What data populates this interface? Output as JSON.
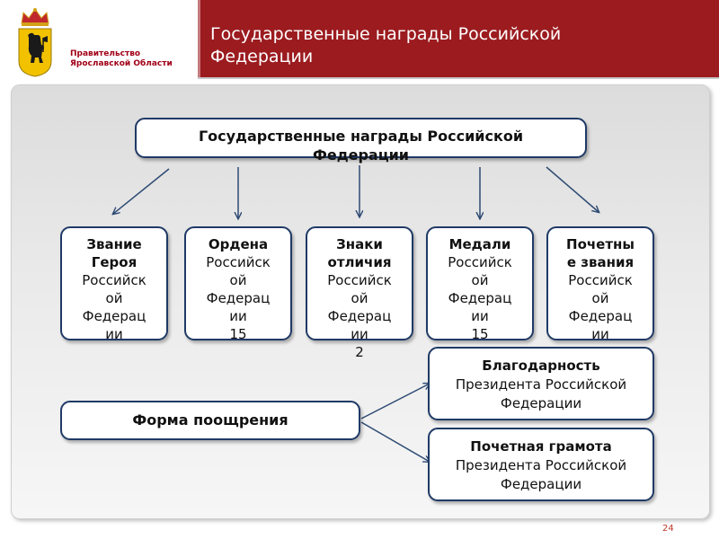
{
  "header": {
    "org_line1": "Правительство",
    "org_line2": "Ярославской Области",
    "title_line1": "Государственные награды Российской",
    "title_line2": "Федерации"
  },
  "diagram": {
    "root_line1": "Государственные награды Российской",
    "root_line2": "Федерации",
    "cards": [
      {
        "bold_lines": [
          "Звание",
          "Героя"
        ],
        "lines": [
          "Российск",
          "ой",
          "Федерац",
          "ии"
        ]
      },
      {
        "bold_lines": [
          "Ордена"
        ],
        "lines": [
          "Российск",
          "ой",
          "Федерац",
          "ии",
          "15"
        ]
      },
      {
        "bold_lines": [
          "Знаки",
          "отличия"
        ],
        "lines": [
          "Российск",
          "ой",
          "Федерац",
          "ии",
          "2"
        ]
      },
      {
        "bold_lines": [
          "Медали"
        ],
        "lines": [
          "Российск",
          "ой",
          "Федерац",
          "ии",
          "15"
        ]
      },
      {
        "bold_lines": [
          "Почетны",
          "е звания"
        ],
        "lines": [
          "Российск",
          "ой",
          "Федерац",
          "ии"
        ]
      }
    ],
    "form_label": "Форма поощрения",
    "gratitude": {
      "bold": "Благодарность",
      "line1": "Президента Российской",
      "line2": "Федерации"
    },
    "diploma": {
      "bold": "Почетная грамота",
      "line1": "Президента Российской",
      "line2": "Федерации"
    }
  },
  "footer": {
    "page_number": "24"
  },
  "colors": {
    "header_red": "#9b1b1f",
    "box_border": "#1f3a66",
    "arrow": "#2d4a73"
  }
}
